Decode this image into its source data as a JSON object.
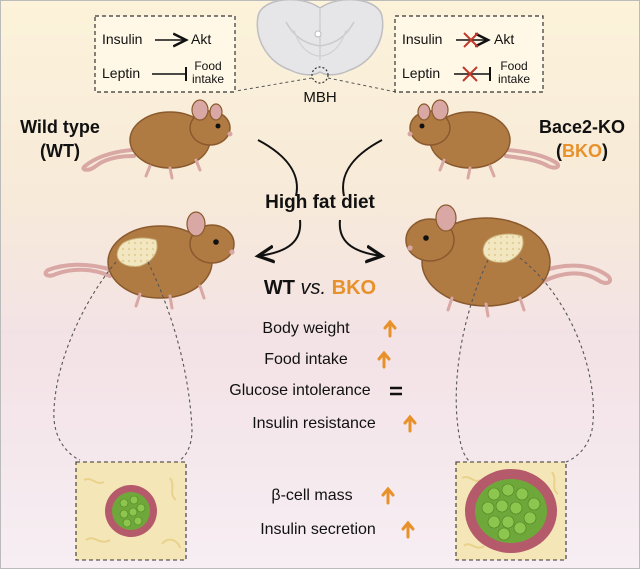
{
  "brain": {
    "region_label": "MBH"
  },
  "wt_panel": {
    "row1": {
      "left": "Insulin",
      "right": "Akt"
    },
    "row2": {
      "left": "Leptin",
      "right_line1": "Food",
      "right_line2": "intake"
    }
  },
  "ko_panel": {
    "row1": {
      "left": "Insulin",
      "right": "Akt"
    },
    "row2": {
      "left": "Leptin",
      "right_line1": "Food",
      "right_line2": "intake"
    }
  },
  "wt_label": {
    "name": "Wild type",
    "abbr_open": "(",
    "abbr": "WT",
    "abbr_close": ")"
  },
  "ko_label": {
    "name": "Bace2-KO",
    "abbr_open": "(",
    "abbr": "BKO",
    "abbr_close": ")"
  },
  "diet_label": "High fat diet",
  "comparison": {
    "left": "WT",
    "mid": "vs.",
    "right": "BKO"
  },
  "phenotypes": [
    {
      "label": "Body weight",
      "indicator": "up"
    },
    {
      "label": "Food intake",
      "indicator": "up"
    },
    {
      "label": "Glucose intolerance",
      "indicator": "equal"
    },
    {
      "label": "Insulin resistance",
      "indicator": "up"
    },
    {
      "label": "β-cell mass",
      "indicator": "up"
    },
    {
      "label": "Insulin secretion",
      "indicator": "up"
    }
  ],
  "colors": {
    "accent": "#e8912a",
    "inhibit_cross": "#c0392b",
    "mouse_body": "#b07a43",
    "mouse_dark": "#8a5a2e",
    "bg_top": "#fbf1d4",
    "bg_bottom": "#f4e6ec"
  }
}
